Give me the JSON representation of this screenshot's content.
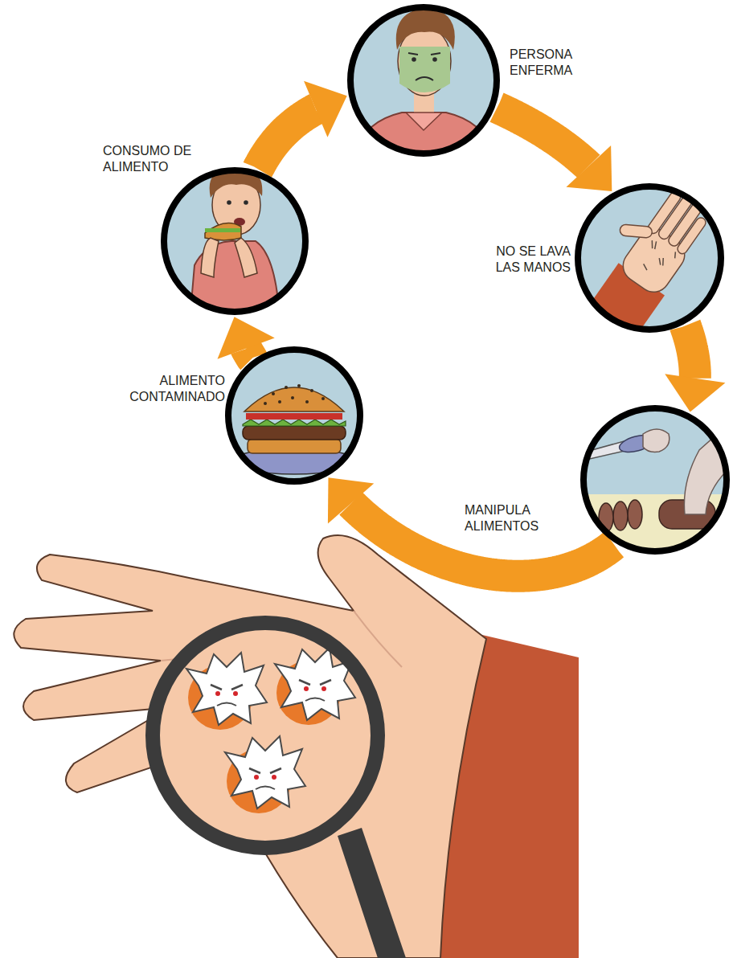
{
  "diagram": {
    "nodes": [
      {
        "text": [
          "PERSONA ENFERMA"
        ]
      },
      {
        "text": [
          "NO SE LAVA LAS MANOS"
        ]
      },
      {
        "text": [
          "MANIPULA ALIMENTOS"
        ]
      },
      {
        "text": [
          "ALIMENTO CONTAMINADO"
        ]
      },
      {
        "text": [
          "CONSUMO DE ALIMENTO"
        ]
      }
    ],
    "edges": [
      {
        "from": 0,
        "to": 1,
        "arrow": "to"
      },
      {
        "from": 1,
        "to": 2,
        "arrow": "to"
      },
      {
        "from": 2,
        "to": 3,
        "arrow": "to"
      },
      {
        "from": 3,
        "to": 4,
        "arrow": "to"
      },
      {
        "from": 4,
        "to": 0,
        "arrow": "to"
      }
    ]
  }
}
